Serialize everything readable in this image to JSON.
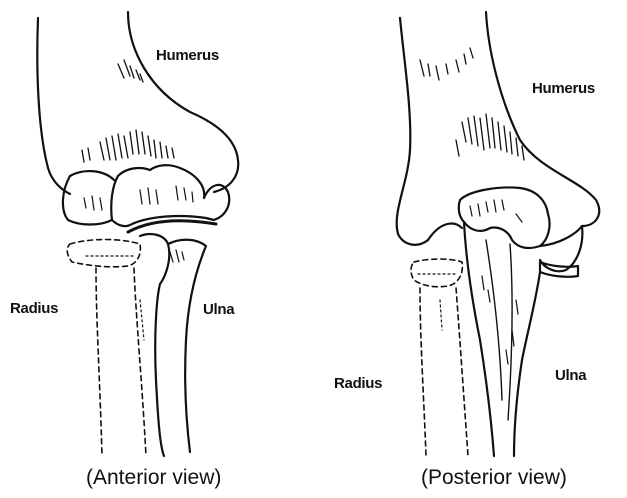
{
  "views": [
    {
      "caption": "(Anterior view)",
      "labels": {
        "humerus": "Humerus",
        "radius": "Radius",
        "ulna": "Ulna"
      }
    },
    {
      "caption": "(Posterior view)",
      "labels": {
        "humerus": "Humerus",
        "radius": "Radius",
        "ulna": "Ulna"
      }
    }
  ]
}
